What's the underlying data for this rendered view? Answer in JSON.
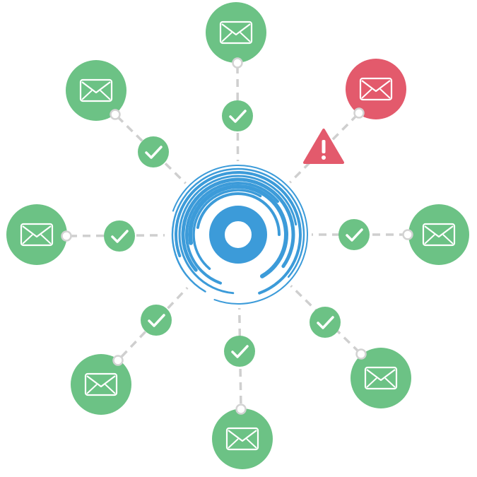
{
  "colors": {
    "ok": "#6CC285",
    "error": "#E35A6C",
    "hub": "#3C9BD9",
    "link": "#CFCFCF",
    "icon_stroke": "#ffffff"
  },
  "hub": {
    "icon": "hub-swirl-icon"
  },
  "nodes": [
    {
      "id": "top",
      "status": "ok",
      "icon": "envelope-icon",
      "link_status": "ok",
      "link_icon": "check-icon"
    },
    {
      "id": "top-right",
      "status": "error",
      "icon": "envelope-icon",
      "link_status": "warning",
      "link_icon": "warning-icon"
    },
    {
      "id": "right",
      "status": "ok",
      "icon": "envelope-icon",
      "link_status": "ok",
      "link_icon": "check-icon"
    },
    {
      "id": "bottom-right",
      "status": "ok",
      "icon": "envelope-icon",
      "link_status": "ok",
      "link_icon": "check-icon"
    },
    {
      "id": "bottom",
      "status": "ok",
      "icon": "envelope-icon",
      "link_status": "ok",
      "link_icon": "check-icon"
    },
    {
      "id": "bottom-left",
      "status": "ok",
      "icon": "envelope-icon",
      "link_status": "ok",
      "link_icon": "check-icon"
    },
    {
      "id": "left",
      "status": "ok",
      "icon": "envelope-icon",
      "link_status": "ok",
      "link_icon": "check-icon"
    },
    {
      "id": "top-left",
      "status": "ok",
      "icon": "envelope-icon",
      "link_status": "ok",
      "link_icon": "check-icon"
    }
  ]
}
